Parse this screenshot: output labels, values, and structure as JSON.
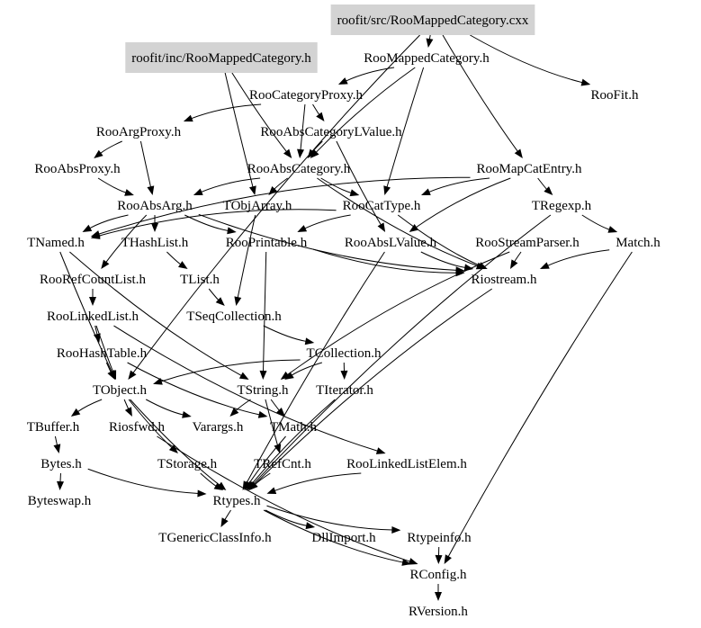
{
  "diagram": {
    "type": "include-dependency-graph",
    "root": "roofit/src/RooMappedCategory.cxx",
    "highlight_color": "#d3d3d3",
    "nodes": [
      {
        "id": "cxx",
        "label": "roofit/src/RooMappedCategory.cxx",
        "highlighted": true
      },
      {
        "id": "inc_h",
        "label": "roofit/inc/RooMappedCategory.h",
        "highlighted": true
      },
      {
        "id": "RooMappedCategory",
        "label": "RooMappedCategory.h"
      },
      {
        "id": "RooFit",
        "label": "RooFit.h"
      },
      {
        "id": "RooCategoryProxy",
        "label": "RooCategoryProxy.h"
      },
      {
        "id": "RooArgProxy",
        "label": "RooArgProxy.h"
      },
      {
        "id": "RooAbsCategoryLValue",
        "label": "RooAbsCategoryLValue.h"
      },
      {
        "id": "RooAbsProxy",
        "label": "RooAbsProxy.h"
      },
      {
        "id": "RooAbsCategory",
        "label": "RooAbsCategory.h"
      },
      {
        "id": "RooMapCatEntry",
        "label": "RooMapCatEntry.h"
      },
      {
        "id": "RooAbsArg",
        "label": "RooAbsArg.h"
      },
      {
        "id": "TObjArray",
        "label": "TObjArray.h"
      },
      {
        "id": "RooCatType",
        "label": "RooCatType.h"
      },
      {
        "id": "TRegexp",
        "label": "TRegexp.h"
      },
      {
        "id": "TNamed",
        "label": "TNamed.h"
      },
      {
        "id": "THashList",
        "label": "THashList.h"
      },
      {
        "id": "RooPrintable",
        "label": "RooPrintable.h"
      },
      {
        "id": "RooAbsLValue",
        "label": "RooAbsLValue.h"
      },
      {
        "id": "RooStreamParser",
        "label": "RooStreamParser.h"
      },
      {
        "id": "Match",
        "label": "Match.h"
      },
      {
        "id": "RooRefCountList",
        "label": "RooRefCountList.h"
      },
      {
        "id": "TList",
        "label": "TList.h"
      },
      {
        "id": "Riostream",
        "label": "Riostream.h"
      },
      {
        "id": "RooLinkedList",
        "label": "RooLinkedList.h"
      },
      {
        "id": "TSeqCollection",
        "label": "TSeqCollection.h"
      },
      {
        "id": "RooHashTable",
        "label": "RooHashTable.h"
      },
      {
        "id": "TCollection",
        "label": "TCollection.h"
      },
      {
        "id": "TObject",
        "label": "TObject.h"
      },
      {
        "id": "TString",
        "label": "TString.h"
      },
      {
        "id": "TIterator",
        "label": "TIterator.h"
      },
      {
        "id": "TBuffer",
        "label": "TBuffer.h"
      },
      {
        "id": "Riosfwd",
        "label": "Riosfwd.h"
      },
      {
        "id": "Varargs",
        "label": "Varargs.h"
      },
      {
        "id": "TMath",
        "label": "TMath.h"
      },
      {
        "id": "Bytes",
        "label": "Bytes.h"
      },
      {
        "id": "TStorage",
        "label": "TStorage.h"
      },
      {
        "id": "TRefCnt",
        "label": "TRefCnt.h"
      },
      {
        "id": "RooLinkedListElem",
        "label": "RooLinkedListElem.h"
      },
      {
        "id": "Byteswap",
        "label": "Byteswap.h"
      },
      {
        "id": "Rtypes",
        "label": "Rtypes.h"
      },
      {
        "id": "TGenericClassInfo",
        "label": "TGenericClassInfo.h"
      },
      {
        "id": "DllImport",
        "label": "DllImport.h"
      },
      {
        "id": "Rtypeinfo",
        "label": "Rtypeinfo.h"
      },
      {
        "id": "RConfig",
        "label": "RConfig.h"
      },
      {
        "id": "RVersion",
        "label": "RVersion.h"
      }
    ],
    "edges": [
      [
        "cxx",
        "RooMappedCategory"
      ],
      [
        "cxx",
        "RooFit"
      ],
      [
        "cxx",
        "RooMapCatEntry"
      ],
      [
        "cxx",
        "TObject"
      ],
      [
        "inc_h",
        "RooAbsCategory"
      ],
      [
        "inc_h",
        "TObjArray"
      ],
      [
        "RooMappedCategory",
        "RooCategoryProxy"
      ],
      [
        "RooMappedCategory",
        "RooAbsCategory"
      ],
      [
        "RooMappedCategory",
        "RooCatType"
      ],
      [
        "RooCategoryProxy",
        "RooArgProxy"
      ],
      [
        "RooCategoryProxy",
        "RooAbsCategoryLValue"
      ],
      [
        "RooCategoryProxy",
        "RooAbsCategory"
      ],
      [
        "RooArgProxy",
        "RooAbsProxy"
      ],
      [
        "RooArgProxy",
        "RooAbsArg"
      ],
      [
        "RooAbsCategoryLValue",
        "RooAbsCategory"
      ],
      [
        "RooAbsCategoryLValue",
        "RooAbsLValue"
      ],
      [
        "RooAbsProxy",
        "RooAbsArg"
      ],
      [
        "RooAbsCategory",
        "RooAbsArg"
      ],
      [
        "RooAbsCategory",
        "TObjArray"
      ],
      [
        "RooAbsCategory",
        "RooCatType"
      ],
      [
        "RooAbsCategory",
        "Riostream"
      ],
      [
        "RooMapCatEntry",
        "RooCatType"
      ],
      [
        "RooMapCatEntry",
        "TRegexp"
      ],
      [
        "RooMapCatEntry",
        "RooAbsLValue"
      ],
      [
        "RooMapCatEntry",
        "TNamed"
      ],
      [
        "RooAbsArg",
        "TNamed"
      ],
      [
        "RooAbsArg",
        "THashList"
      ],
      [
        "RooAbsArg",
        "RooPrintable"
      ],
      [
        "RooAbsArg",
        "RooRefCountList"
      ],
      [
        "RooAbsArg",
        "Riostream"
      ],
      [
        "TObjArray",
        "TSeqCollection"
      ],
      [
        "RooCatType",
        "TNamed"
      ],
      [
        "RooCatType",
        "RooPrintable"
      ],
      [
        "RooCatType",
        "Riostream"
      ],
      [
        "TRegexp",
        "Match"
      ],
      [
        "TRegexp",
        "Rtypes"
      ],
      [
        "TNamed",
        "TObject"
      ],
      [
        "TNamed",
        "TString"
      ],
      [
        "THashList",
        "TList"
      ],
      [
        "RooPrintable",
        "Riostream"
      ],
      [
        "RooPrintable",
        "TString"
      ],
      [
        "RooAbsLValue",
        "Riostream"
      ],
      [
        "RooAbsLValue",
        "Rtypes"
      ],
      [
        "RooStreamParser",
        "Riostream"
      ],
      [
        "RooStreamParser",
        "TString"
      ],
      [
        "Match",
        "Riostream"
      ],
      [
        "Match",
        "RConfig"
      ],
      [
        "RooRefCountList",
        "RooLinkedList"
      ],
      [
        "TList",
        "TSeqCollection"
      ],
      [
        "Riostream",
        "Rtypes"
      ],
      [
        "RooLinkedList",
        "RooHashTable"
      ],
      [
        "RooLinkedList",
        "RooLinkedListElem"
      ],
      [
        "RooLinkedList",
        "TObject"
      ],
      [
        "TSeqCollection",
        "TCollection"
      ],
      [
        "RooHashTable",
        "TObject"
      ],
      [
        "RooHashTable",
        "TMath"
      ],
      [
        "TCollection",
        "TObject"
      ],
      [
        "TCollection",
        "TString"
      ],
      [
        "TCollection",
        "TIterator"
      ],
      [
        "TObject",
        "TBuffer"
      ],
      [
        "TObject",
        "Riosfwd"
      ],
      [
        "TObject",
        "Varargs"
      ],
      [
        "TObject",
        "TStorage"
      ],
      [
        "TObject",
        "Rtypes"
      ],
      [
        "TString",
        "Varargs"
      ],
      [
        "TString",
        "TMath"
      ],
      [
        "TString",
        "TRefCnt"
      ],
      [
        "TIterator",
        "Rtypes"
      ],
      [
        "TBuffer",
        "Bytes"
      ],
      [
        "Bytes",
        "Byteswap"
      ],
      [
        "Bytes",
        "Rtypes"
      ],
      [
        "TMath",
        "Rtypes"
      ],
      [
        "TStorage",
        "Rtypes"
      ],
      [
        "TRefCnt",
        "Rtypes"
      ],
      [
        "RooLinkedListElem",
        "Rtypes"
      ],
      [
        "Riosfwd",
        "RConfig"
      ],
      [
        "Rtypes",
        "TGenericClassInfo"
      ],
      [
        "Rtypes",
        "DllImport"
      ],
      [
        "Rtypes",
        "Rtypeinfo"
      ],
      [
        "Rtypes",
        "RConfig"
      ],
      [
        "Rtypeinfo",
        "RConfig"
      ],
      [
        "RConfig",
        "RVersion"
      ]
    ]
  }
}
